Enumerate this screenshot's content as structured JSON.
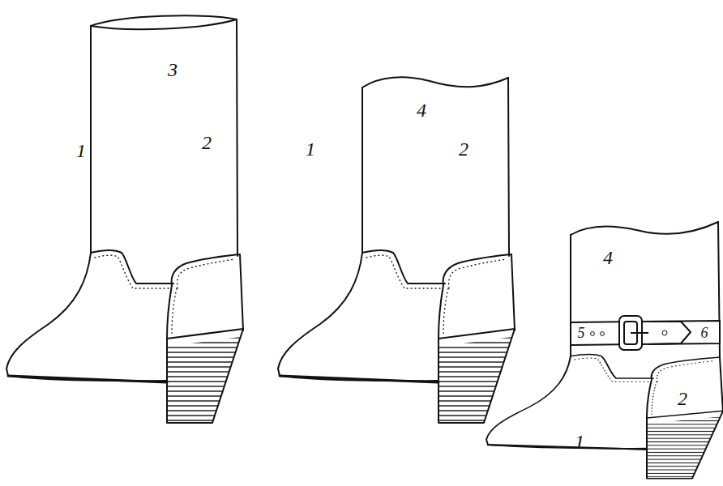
{
  "diagram": {
    "labels": [
      "3",
      "1",
      "2",
      "4",
      "1",
      "2",
      "4",
      "5",
      "6",
      "1",
      "2"
    ]
  }
}
